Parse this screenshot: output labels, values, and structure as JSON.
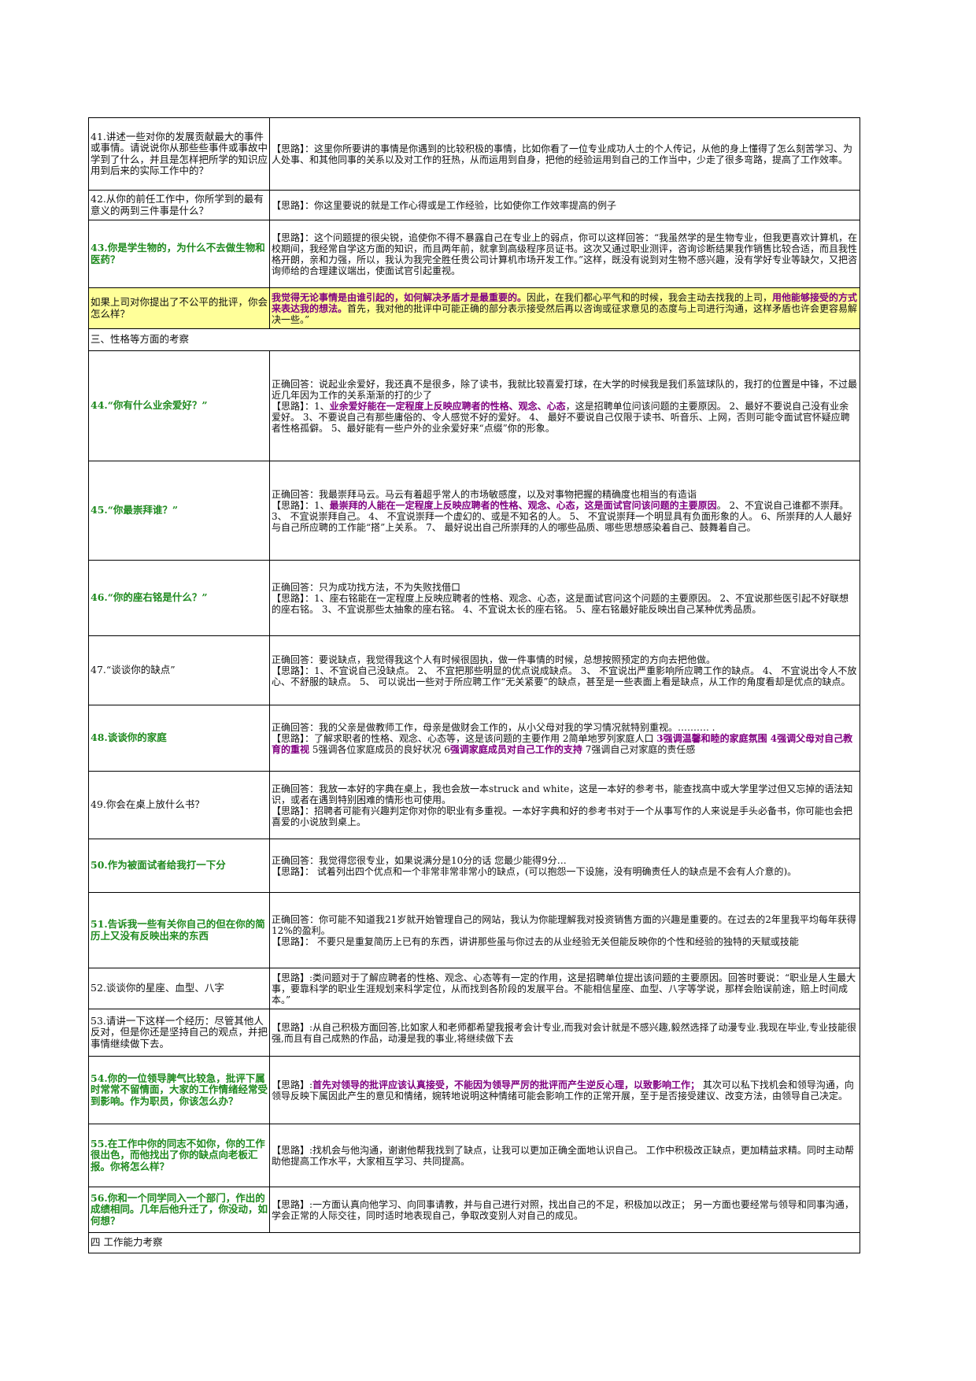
{
  "rows": {
    "r41": {
      "q": "41.讲述一些对你的发展贡献最大的事件或事情。请说说你从那些些事件或事故中学到了什么，并且是怎样把所学的知识应用到后来的实际工作中的？",
      "a": "【思路】：这里你所要讲的事情是你遇到的比较积极的事情，比如你看了一位专业成功人士的个人传记，从他的身上懂得了怎么刻苦学习、为人处事、和其他同事的关系以及对工作的狂热，从而运用到自身，把他的经验运用到自己的工作当中，少走了很多弯路，提高了工作效率。"
    },
    "r42": {
      "q": "42.从你的前任工作中，你所学到的最有意义的两到三件事是什么？",
      "a": "【思路】：你这里要说的就是工作心得或是工作经验，比如使你工作效率提高的例子"
    },
    "r43": {
      "q": "43.你是学生物的，为什么不去做生物和医药？",
      "a": "【思路】：这个问题提的很尖锐，追使你不得不暴露自己在专业上的弱点，你可以这样回答：“我虽然学的是生物专业，但我更喜欢计算机，在校期间，我经常自学这方面的知识，而且两年前，就拿到高级程序员证书。这次又通过职业测评，咨询诊断结果我作销售比较合适，而且我性格开朗，亲和力强，所以，我认为我完全胜任贵公司计算机市场开发工作。”这样，既没有说到对生物不感兴趣，没有学好专业等缺欠，又把咨询师给的合理建议端出，使面试官引起重视。"
    },
    "r43b": {
      "q": "如果上司对你提出了不公平的批评，你会怎么样？",
      "a_bold": "我觉得无论事情是由谁引起的，如何解决矛盾才是最重要的。",
      "a_1": "因此，在我们都心平气和的时候，我会主动去找我的上司，",
      "a_bold2": "用他能够接受的方式来表达我的想法。",
      "a_2": "首先，我对他的批评中可能正确的部分表示接受然后再以咨询或征求意见的态度与上司进行沟通，这样矛盾也许会更容易解决一些。”"
    },
    "sec3": "三、性格等方面的考察",
    "r44": {
      "q": "44.“你有什么业余爱好？”",
      "a_correct": "正确回答：说起业余爱好，我还真不是很多，除了读书，我就比较喜爱打球，在大学的时候我是我们系篮球队的，我打的位置是中锋，不过最近几年因为工作的关系渐渐的打的少了",
      "a_p1": "【思路】：1、",
      "a_bold": "业余爱好能在一定程度上反映应聘者的性格、观念、心态",
      "a_p2": "，这是招聘单位问该问题的主要原因。 2、最好不要说自己没有业余爱好。 3、不要说自己有那些庸俗的、令人感觉不好的爱好。 4、 最好不要说自己仅限于读书、听音乐、上网，否则可能令面试官怀疑应聘者性格孤僻。 5、最好能有一些户外的业余爱好来“点缀”你的形象。"
    },
    "r45": {
      "q": "45.“你最崇拜谁？”",
      "a_correct": "正确回答：我最崇拜马云。马云有着超乎常人的市场敏感度，以及对事物把握的精确度也相当的有造诣",
      "a_p1": "【思路】：1、",
      "a_bold": "最崇拜的人能在一定程度上反映应聘者的性格、观念、心态，这是面试官问该问题的主要原因",
      "a_p2": "。 2、不宜说自己谁都不崇拜。 3、 不宜说崇拜自己。 4、 不宜说崇拜一个虚幻的、或是不知名的人。 5、 不宜说崇拜一个明显具有负面形象的人。 6、所崇拜的人人最好与自己所应聘的工作能“搭”上关系。 7、 最好说出自己所崇拜的人的哪些品质、哪些思想感染着自己、鼓舞着自己。"
    },
    "r46": {
      "q": "46.“你的座右铭是什么？”",
      "a_correct": "正确回答：只为成功找方法，不为失败找借口",
      "a_p": "【思路】：1、座右铭能在一定程度上反映应聘者的性格、观念、心态，这是面试官问这个问题的主要原因。 2、不宜说那些医引起不好联想的座右铭。 3、不宜说那些太抽象的座右铭。 4、不宜说太长的座右铭。 5、座右铭最好能反映出自己某种优秀品质。"
    },
    "r47": {
      "q": "47.“谈谈你的缺点”",
      "a_correct": "正确回答：要说缺点，我觉得我这个人有时候很固执，做一件事情的时候，总想按照预定的方向去把他做。",
      "a_p": "【思路】：1、不宜说自己没缺点。 2、 不宜把那些明显的优点说成缺点。 3、 不宜说出严重影响所应聘工作的缺点。 4、 不宜说出令人不放心、不舒服的缺点。 5、 可以说出一些对于所应聘工作“无关紧要”的缺点，甚至是一些表面上看是缺点，从工作的角度看却是优点的缺点。"
    },
    "r48": {
      "q": "48.谈谈你的家庭",
      "a_correct": "正确回答：我的父亲是做教师工作，母亲是做财会工作的，从小父母对我的学习情况就特别重视。………. .",
      "a_p1": "【思路】：了解求职者的性格、观念、心态等，这是该问题的主要作用 2简单地罗列家庭人口 ",
      "a_b1": "3强调温馨和睦的家庭氛围 4强调父母对自己教育的重视",
      "a_p2": " 5强调各位家庭成员的良好状况 6",
      "a_b2": "强调家庭成员对自己工作的支持",
      "a_p3": " 7强调自己对家庭的责任感"
    },
    "r49": {
      "q": "49.你会在桌上放什么书？",
      "a_correct": "正确回答：我放一本好的字典在桌上，我也会放一本struck and white，这是一本好的参考书，能查找高中或大学里学过但又忘掉的语法知识，或者在遇到特别困难的情形也可使用。",
      "a_p": "【思路】：招聘者可能有兴趣判定你对你的职业有多重视。一本好字典和好的参考书对于一个从事写作的人来说是手头必备书，你可能也会把喜爱的小说放到桌上。"
    },
    "r50": {
      "q": "50.作为被面试者给我打一下分",
      "a_correct": "正确回答：我觉得您很专业，如果说满分是10分的话 您最少能得9分…",
      "a_p": "【思路】： 试着列出四个优点和一个非常非常非常小的缺点，(可以抱怨一下设施，没有明确责任人的缺点是不会有人介意的)。"
    },
    "r51": {
      "q": "51.告诉我一些有关你自己的但在你的简历上又没有反映出来的东西",
      "a_correct": "正确回答：你可能不知道我21岁就开始管理自己的网站，我认为你能理解我对投资销售方面的兴趣是重要的。在过去的2年里我平均每年获得12%的盈利。",
      "a_p": "【思路】： 不要只是重复简历上已有的东西，讲讲那些虽与你过去的从业经验无关但能反映你的个性和经验的独特的天赋或技能"
    },
    "r52": {
      "q": "52.谈谈你的星座、血型、八字",
      "a": "【思路】:类问题对于了解应聘者的性格、观念、心态等有一定的作用，这是招聘单位提出该问题的主要原因。回答时要说：“职业是人生最大事，要靠科学的职业生涯规划来科学定位，从而找到各阶段的发展平台。不能相信星座、血型、八字等学说，那样会贻误前途，赔上时间成本。”"
    },
    "r53": {
      "q": "53.请讲一下这样一个经历：尽管其他人反对，但是你还是坚持自己的观点，并把事情继续做下去。",
      "a": "【思路】:从自己积极方面回答,比如家人和老师都希望我报考会计专业,而我对会计就是不感兴趣,毅然选择了动漫专业.我现在毕业,专业技能很强,而且有自己成熟的作品，动漫是我的事业,将继续做下去"
    },
    "r54": {
      "q": "54.你的一位领导脾气比较急，批评下属时常常不留情面，大家的工作情绪经常受到影响。作为职员，你该怎么办？",
      "a_p1": "【思路】:",
      "a_bold": "首先对领导的批评应该认真接受，不能因为领导严厉的批评而产生逆反心理，以致影响工作；",
      "a_p2": " 其次可以私下找机会和领导沟通，向领导反映下属因此产生的意见和情绪，婉转地说明这种情绪可能会影响工作的正常开展，至于是否接受建议、改变方法，由领导自己决定。"
    },
    "r55": {
      "q": "55.在工作中你的同志不如你，你的工作很出色，而他找出了你的缺点向老板汇报。你将怎么样？",
      "a": "【思路】:找机会与他沟通，谢谢他帮我找到了缺点，让我可以更加正确全面地认识自己。 工作中积极改正缺点，更加精益求精。同时主动帮助他提高工作水平，大家相互学习、共同提高。"
    },
    "r56": {
      "q": "56.你和一个同学同入一个部门，作出的成绩相同。几年后他升迁了，你没动，如何想？",
      "a": "【思路】:一方面认真向他学习、向同事请教，并与自己进行对照，找出自己的不足，积极加以改正； 另一方面也要经常与领导和同事沟通，学会正常的人际交往，同时适时地表现自己，争取改变别人对自己的成见。"
    },
    "sec4": "四  工作能力考察"
  },
  "colors": {
    "green": "#1f8a1f",
    "purple": "#800080",
    "highlight": "#ffff99"
  }
}
